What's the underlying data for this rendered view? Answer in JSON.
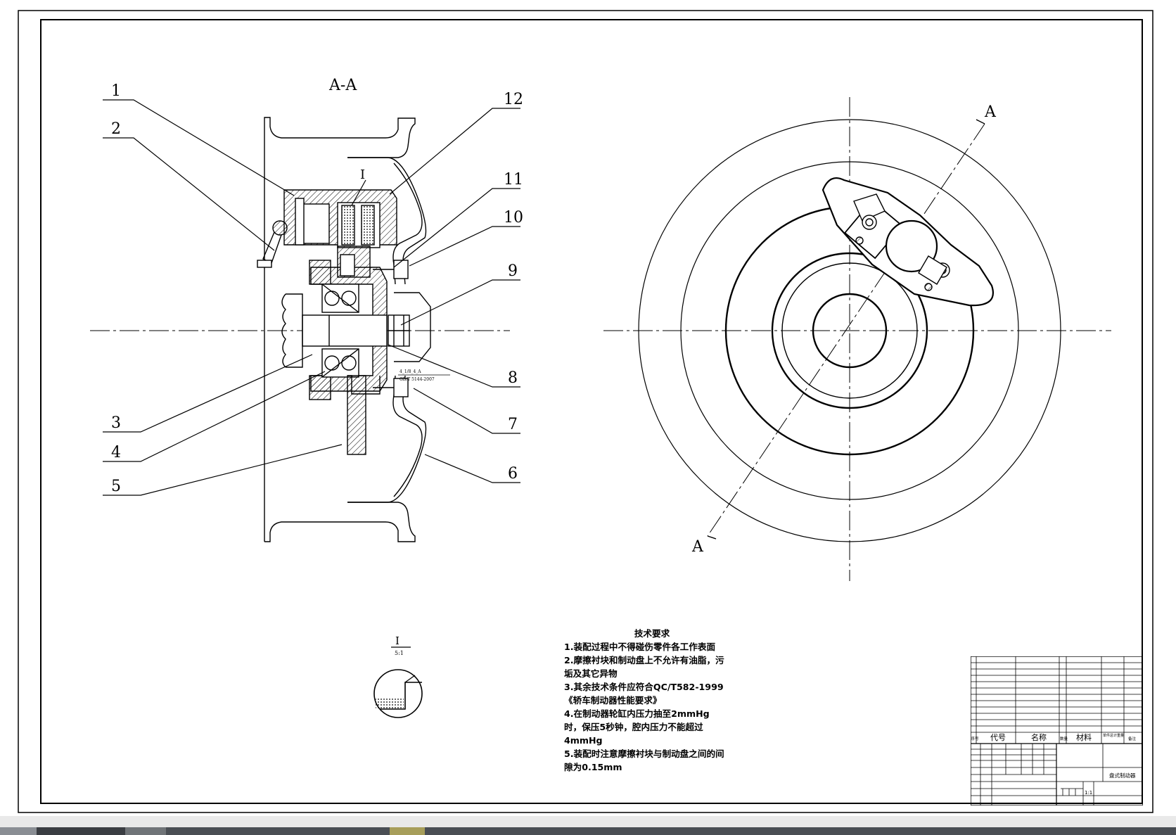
{
  "drawing": {
    "section_title": "A-A",
    "section_mark_top": "A",
    "section_mark_bottom": "A",
    "detail_marker": "I",
    "detail_view": {
      "label": "I",
      "scale": "5:1"
    },
    "balloons": [
      "1",
      "2",
      "3",
      "4",
      "5",
      "6",
      "7",
      "8",
      "9",
      "10",
      "11",
      "12"
    ]
  },
  "tech_requirements": {
    "title": "技术要求",
    "items": [
      "1.装配过程中不得碰伤零件各工作表面",
      "2.摩擦衬块和制动盘上不允许有油脂，污垢及其它异物",
      "3.其余技术条件应符合QC/T582-1999《轿车制动器性能要求》",
      "4.在制动器轮缸内压力抽至2mmHg时，保压5秒钟，腔内压力不能超过　 4mmHg",
      "5.装配时注意摩擦衬块与制动盘之间的间隙为0.15mm"
    ]
  },
  "title_block": {
    "headers": {
      "index": "序号",
      "code": "代号",
      "name": "名称",
      "qty": "数量",
      "material": "材料",
      "weight": "单件总计重量",
      "remark": "备注"
    },
    "drawing_name": "盘式制动器",
    "scale": "1:1"
  },
  "colors": {
    "ink": "#000000",
    "paper": "#ffffff",
    "background": "#e9e9e9"
  }
}
